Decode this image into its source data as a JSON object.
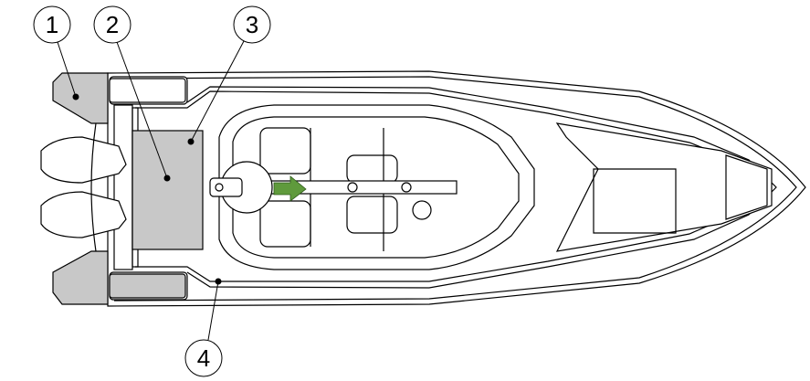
{
  "callouts": [
    {
      "number": "1",
      "label_target": "swim-platform-port-and-starboard"
    },
    {
      "number": "2",
      "label_target": "aft-deck-center"
    },
    {
      "number": "3",
      "label_target": "aft-deck-edge"
    },
    {
      "number": "4",
      "label_target": "side-gunwale"
    }
  ],
  "colors": {
    "highlight_area": "#c8c8c8",
    "arrow": "#5f9a3c",
    "outline": "#000000"
  },
  "icons": [
    "direction-arrow-icon"
  ]
}
